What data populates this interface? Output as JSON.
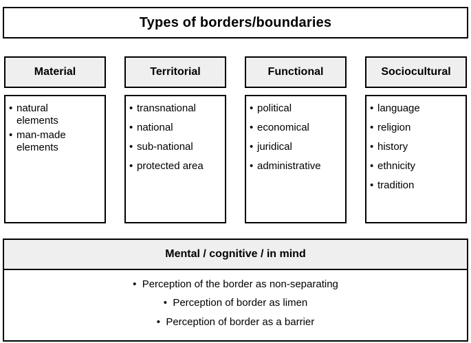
{
  "title": "Types of borders/boundaries",
  "colors": {
    "header_background": "#efefef",
    "border": "#000000",
    "background": "#ffffff"
  },
  "columns": [
    {
      "header": "Material",
      "items": [
        "natural elements",
        "man-made elements"
      ]
    },
    {
      "header": "Territorial",
      "items": [
        "transnational",
        "national",
        "sub-national",
        "protected area"
      ]
    },
    {
      "header": "Functional",
      "items": [
        "political",
        "economical",
        "juridical",
        "administrative"
      ]
    },
    {
      "header": "Sociocultural",
      "items": [
        "language",
        "religion",
        "history",
        "ethnicity",
        "tradition"
      ]
    }
  ],
  "bottom": {
    "header": "Mental / cognitive / in mind",
    "items": [
      "Perception of the border as non-separating",
      "Perception of border as limen",
      "Perception of border as a barrier"
    ]
  }
}
